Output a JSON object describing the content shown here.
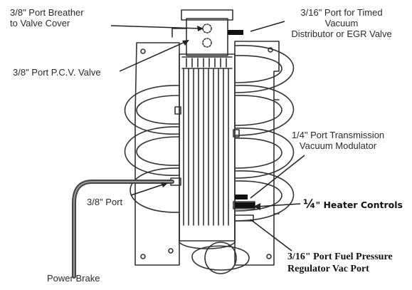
{
  "labels": {
    "breather": [
      "3/8\" Port Breather",
      "to Valve Cover"
    ],
    "timed_vacuum": [
      "3/16\" Port for Timed",
      "Vacuum",
      "Distributor or EGR Valve"
    ],
    "pcv": "3/8\" Port P.C.V. Valve",
    "transmission": [
      "1/4\" Port Transmission",
      "Vacuum Modulator"
    ],
    "port_38": "3/8\" Port",
    "heater_frac": "¼",
    "heater_text": "\" Heater Controls",
    "fuel_pressure": [
      "3/16\" Port Fuel Pressure",
      "Regulator Vac Port"
    ],
    "power_brake": "Power Brake"
  }
}
